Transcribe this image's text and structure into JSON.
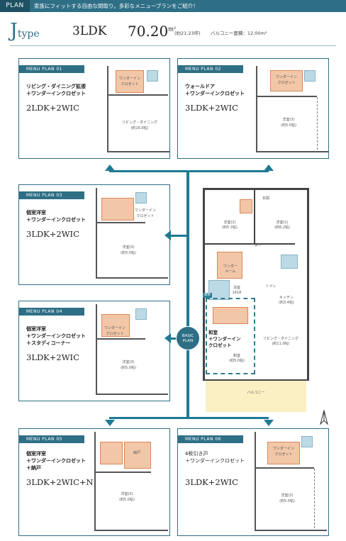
{
  "header": {
    "tab": "PLAN",
    "tagline": "家族にフィットする自由な間取り。多彩なメニュープランをご紹介！"
  },
  "title": {
    "type_letter": "J",
    "type_word": "type",
    "layout": "3LDK",
    "area_value": "70.20",
    "area_unit": "m²",
    "area_tsubo": "(約21.23坪)",
    "balcony": "バルコニー面積：12.00m²"
  },
  "menu_plans": [
    {
      "label": "MENU PLAN 01",
      "lines": [
        "リビング・ダイニング拡張",
        "＋ワンダーインクロゼット"
      ],
      "layout": "2LDK+2WIC",
      "rooms": [
        "ワンダーイン\nクロゼット",
        "リビング・ダイニング\n(約16.0帖)"
      ]
    },
    {
      "label": "MENU PLAN 02",
      "lines": [
        "ウォールドア",
        "＋ワンダーインクロゼット"
      ],
      "layout": "3LDK+2WIC",
      "rooms": [
        "ワンダーイン\nクロゼット",
        "洋室(3)\n(約5.0帖)"
      ]
    },
    {
      "label": "MENU PLAN 03",
      "lines": [
        "個室洋室",
        "＋ワンダーインクロゼット"
      ],
      "layout": "3LDK+2WIC",
      "rooms": [
        "ワンダーイン\nクロゼット",
        "洋室(3)\n(約5.0帖)"
      ]
    },
    {
      "label": "MENU PLAN 04",
      "lines": [
        "個室洋室",
        "＋ワンダーインクロゼット",
        "＋スタディコーナー"
      ],
      "layout": "3LDK+2WIC",
      "rooms": [
        "ワンダーイン\nクロゼット",
        "洋室(3)\n(約5.0帖)"
      ]
    },
    {
      "label": "MENU PLAN 05",
      "lines": [
        "個室洋室",
        "＋ワンダーインクロゼット",
        "＋納戸"
      ],
      "layout": "3LDK+2WIC+N",
      "rooms": [
        "納戸",
        "洋室(3)\n(約5.0帖)"
      ]
    },
    {
      "label": "MENU PLAN 06",
      "lines": [
        "4枚引き戸",
        "＋ワンダーインクロゼット"
      ],
      "layout": "3LDK+2WIC",
      "rooms": [
        "ワンダーイン\nクロゼット",
        "洋室(3)\n(約5.0帖)"
      ]
    }
  ],
  "basic_plan": {
    "line1": "BASIC",
    "line2": "PLAN"
  },
  "main_plan": {
    "rooms": {
      "genkan": "玄関",
      "yoshitsu2": "洋室(2)\n(約5.3帖)",
      "yoshitsu1": "洋室(1)\n(約6.2帖)",
      "rouka": "廊下",
      "wonder_room": "ワンダー\nルーム",
      "toilet": "トイレ",
      "yokushitsu": "浴室\n1418",
      "kitchen": "キッチン\n(約3.4帖)",
      "washitsu_title": "和室\n＋ワンダーイン\nクロゼット",
      "washitsu": "和室\n(約5.0帖)",
      "ld": "リビング・ダイニング\n(約11.0帖)",
      "balcony": "バルコニー"
    },
    "standard_tag": "標準"
  },
  "colors": {
    "accent": "#2e6f86",
    "arrow": "#1e7a93",
    "wic": "#f2c7a8",
    "bath": "#bcd9e6",
    "balcony": "#fbf0c4"
  }
}
